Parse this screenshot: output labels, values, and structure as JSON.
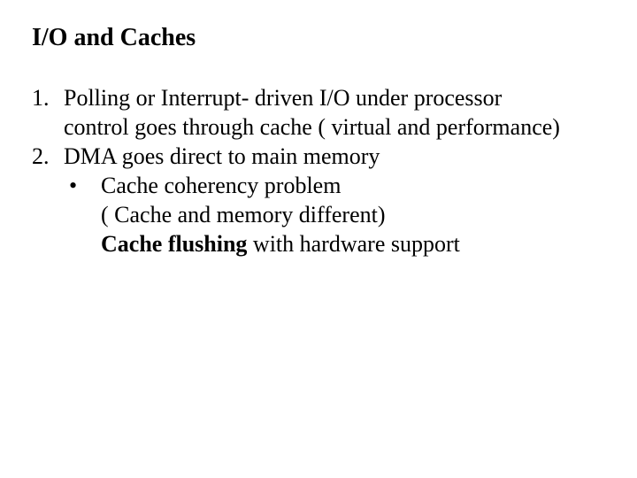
{
  "slide": {
    "title": "I/O and Caches",
    "list": [
      {
        "number": "1.",
        "lines": [
          "Polling or Interrupt- driven I/O under processor",
          "control goes through cache ( virtual and performance)"
        ]
      },
      {
        "number": "2.",
        "lines": [
          "DMA goes direct to main memory"
        ]
      }
    ],
    "sub_bullet": {
      "marker": "•",
      "lines": [
        {
          "text": "Cache coherency problem"
        },
        {
          "text": "( Cache and memory different)"
        },
        {
          "bold": "Cache flushing",
          "text": " with hardware support"
        }
      ]
    },
    "colors": {
      "background": "#ffffff",
      "text": "#000000"
    }
  }
}
